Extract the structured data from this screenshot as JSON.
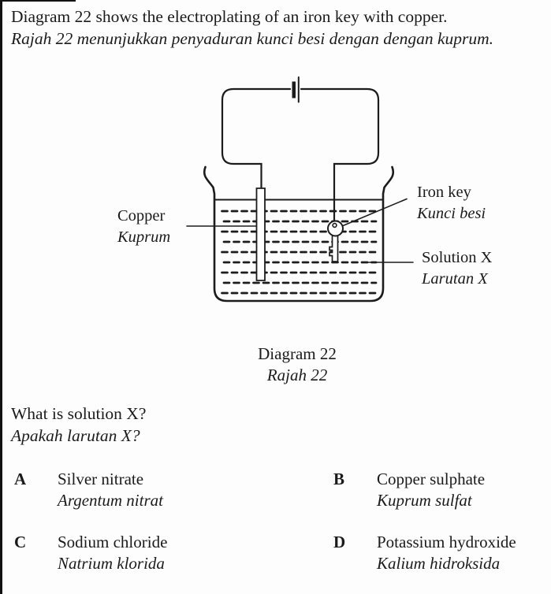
{
  "page": {
    "colors": {
      "ink": "#1b1b1b",
      "background": "#fdfdfd"
    },
    "header": {
      "en": "Diagram 22 shows the electroplating of an iron key with copper.",
      "ms": "Rajah 22 menunjukkan penyaduran kunci besi dengan dengan kuprum."
    },
    "figure": {
      "labels": {
        "electrode": {
          "en": "Copper",
          "ms": "Kuprum"
        },
        "key": {
          "en": "Iron key",
          "ms": "Kunci besi"
        },
        "solution": {
          "en": "Solution X",
          "ms": "Larutan X"
        }
      },
      "caption": {
        "en": "Diagram 22",
        "ms": "Rajah 22"
      },
      "components": [
        "battery",
        "connecting wires",
        "copper electrode",
        "iron key",
        "beaker",
        "solution with dashed shading"
      ]
    },
    "question": {
      "en": "What is solution X?",
      "ms": "Apakah larutan X?"
    },
    "options": [
      {
        "letter": "A",
        "en": "Silver nitrate",
        "ms": "Argentum nitrat"
      },
      {
        "letter": "B",
        "en": "Copper sulphate",
        "ms": "Kuprum sulfat"
      },
      {
        "letter": "C",
        "en": "Sodium chloride",
        "ms": "Natrium klorida"
      },
      {
        "letter": "D",
        "en": "Potassium hydroxide",
        "ms": "Kalium hidroksida"
      }
    ]
  }
}
